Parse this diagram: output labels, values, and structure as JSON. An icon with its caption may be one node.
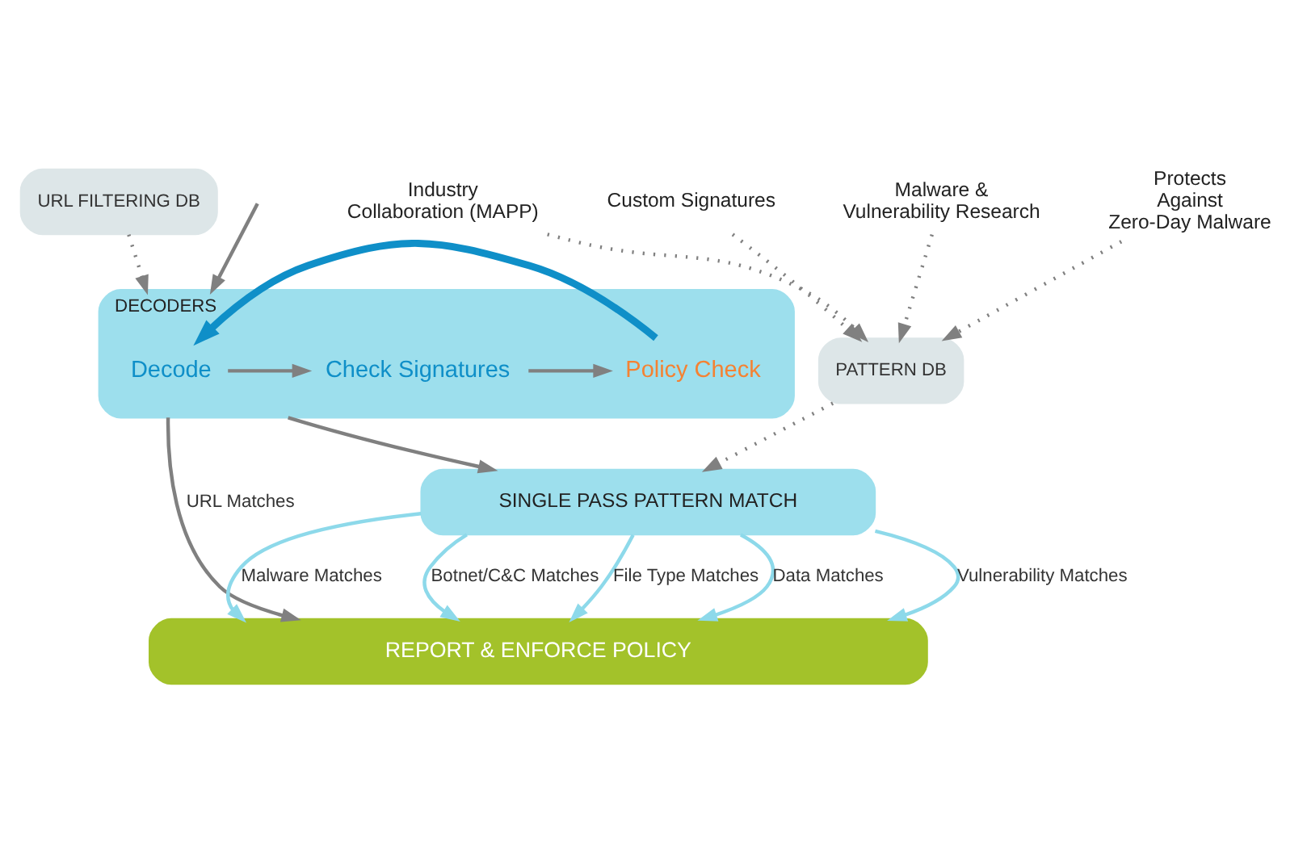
{
  "diagram": {
    "nodes": [
      {
        "text": [
          "URL FILTERING DB"
        ]
      },
      {
        "text": [
          "DECODERS"
        ]
      },
      {
        "text": [
          "Decode"
        ],
        "in": 1
      },
      {
        "text": [
          "Check Signatures"
        ],
        "in": 1
      },
      {
        "text": [
          "Policy Check"
        ],
        "in": 1
      },
      {
        "text": [
          "Malware & Vulnerability Research"
        ]
      },
      {
        "text": [
          "Protects Against Zero-Day Malware"
        ]
      },
      {
        "text": [
          "Industry Collaboration (MAPP)"
        ]
      },
      {
        "text": [
          "Custom Signatures"
        ]
      },
      {
        "text": [
          "PATTERN DB"
        ]
      },
      {
        "text": [
          "SINGLE PASS PATTERN MATCH"
        ]
      },
      {
        "text": [
          "REPORT & ENFORCE POLICY"
        ]
      }
    ],
    "edges": [
      {
        "from": null,
        "to": 1,
        "arrow": "to"
      },
      {
        "from": 0,
        "to": 1,
        "arrow": "to",
        "style": "dashed"
      },
      {
        "from": 2,
        "to": 3,
        "arrow": "to"
      },
      {
        "from": 3,
        "to": 4,
        "arrow": "to"
      },
      {
        "from": 4,
        "to": 2,
        "arrow": "to",
        "style": "thick",
        "color": "#0f8fc8"
      },
      {
        "from": 1,
        "to": 10,
        "arrow": "to"
      },
      {
        "from": 5,
        "to": 9,
        "arrow": "to",
        "style": "dashed"
      },
      {
        "from": 6,
        "to": 9,
        "arrow": "to",
        "style": "dashed"
      },
      {
        "from": 7,
        "to": 9,
        "arrow": "to",
        "style": "dashed"
      },
      {
        "from": 8,
        "to": 9,
        "arrow": "to",
        "style": "dashed"
      },
      {
        "from": 9,
        "to": 10,
        "arrow": "to",
        "style": "dashed"
      },
      {
        "from": 1,
        "to": 11,
        "arrow": "to",
        "label": "URL Matches"
      },
      {
        "from": 10,
        "to": 11,
        "arrow": "to",
        "label": "Vulnerability Matches",
        "color": "#8dd9ea"
      },
      {
        "from": 10,
        "to": 11,
        "arrow": "to",
        "label": "Malware Matches",
        "color": "#8dd9ea"
      },
      {
        "from": 10,
        "to": 11,
        "arrow": "to",
        "label": "Botnet/C&C Matches",
        "color": "#8dd9ea"
      },
      {
        "from": 10,
        "to": 11,
        "arrow": "to",
        "label": "File Type Matches",
        "color": "#8dd9ea"
      },
      {
        "from": 10,
        "to": 11,
        "arrow": "to",
        "label": "Data Matches",
        "color": "#8dd9ea"
      }
    ]
  }
}
